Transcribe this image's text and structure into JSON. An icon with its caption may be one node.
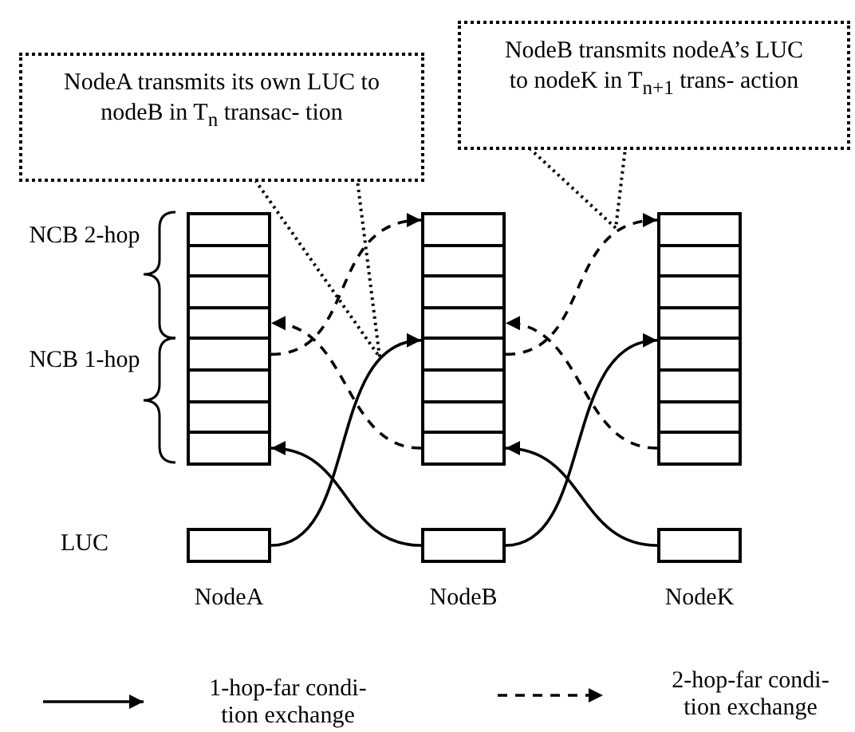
{
  "diagram": {
    "nodes": [
      {
        "text": [
          "NodeA transmits its own LUC to nodeB in T$_{n}$ transac- tion"
        ]
      },
      {
        "text": [
          "NodeB transmits nodeA’s LUC to nodeK in T$_{n+1}$ trans- action"
        ]
      },
      {
        "text": [],
        "shape": "box"
      },
      {
        "text": [],
        "shape": "box"
      },
      {
        "text": [],
        "shape": "box"
      },
      {
        "text": [],
        "shape": "box"
      },
      {
        "text": [],
        "shape": "box"
      },
      {
        "text": [],
        "shape": "box"
      },
      {
        "text": [],
        "shape": "box"
      },
      {
        "text": [],
        "shape": "box"
      },
      {
        "text": [],
        "shape": "box"
      },
      {
        "text": [],
        "shape": "box"
      },
      {
        "text": [],
        "shape": "box"
      },
      {
        "text": [],
        "shape": "box"
      },
      {
        "text": [],
        "shape": "box"
      },
      {
        "text": [],
        "shape": "box"
      },
      {
        "text": [],
        "shape": "box"
      },
      {
        "text": [],
        "shape": "box"
      },
      {
        "text": [],
        "shape": "box"
      },
      {
        "text": [],
        "shape": "box"
      },
      {
        "text": [],
        "shape": "box"
      },
      {
        "text": [],
        "shape": "box"
      },
      {
        "text": [],
        "shape": "box"
      },
      {
        "text": [],
        "shape": "box"
      },
      {
        "text": [],
        "shape": "box"
      },
      {
        "text": [],
        "shape": "box"
      },
      {
        "text": [],
        "shape": "box"
      },
      {
        "text": [],
        "shape": "box"
      },
      {
        "text": [],
        "shape": "box"
      }
    ],
    "edges": [
      {
        "from": 0,
        "to": null,
        "arrow": "none",
        "style": "dashed"
      },
      {
        "from": 1,
        "to": null,
        "arrow": "none",
        "style": "dashed"
      },
      {
        "from": 6,
        "to": 10,
        "arrow": "to",
        "style": "dashed"
      },
      {
        "from": 17,
        "to": 5,
        "arrow": "to",
        "style": "dashed"
      },
      {
        "from": 14,
        "to": 18,
        "arrow": "to",
        "style": "dashed"
      },
      {
        "from": 25,
        "to": 13,
        "arrow": "to",
        "style": "dashed"
      },
      {
        "from": 26,
        "to": 14,
        "arrow": "to"
      },
      {
        "from": 27,
        "to": 9,
        "arrow": "to"
      },
      {
        "from": 27,
        "to": 22,
        "arrow": "to"
      },
      {
        "from": 28,
        "to": 17,
        "arrow": "to"
      }
    ],
    "labels": [
      "NCB 2-hop",
      "NCB 1-hop",
      "LUC",
      "NodeA",
      "NodeB",
      "NodeK"
    ],
    "legend": [
      {
        "text": "1-hop-far condi- tion exchange"
      },
      {
        "text": "2-hop-far condi- tion exchange"
      }
    ]
  }
}
